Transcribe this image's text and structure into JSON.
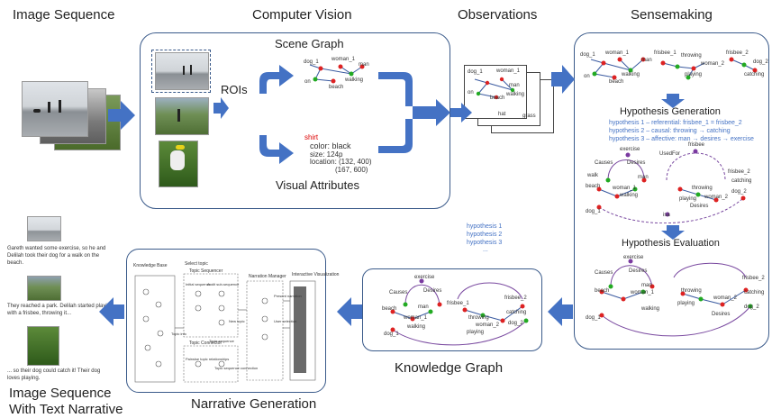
{
  "stages": {
    "image_sequence": "Image Sequence",
    "computer_vision": "Computer Vision",
    "observations": "Observations",
    "sensemaking": "Sensemaking",
    "knowledge_graph": "Knowledge Graph",
    "narrative_generation": "Narrative Generation",
    "image_sequence_narrative": [
      "Image Sequence",
      "With Text Narrative"
    ]
  },
  "computer_vision": {
    "scene_graph": "Scene Graph",
    "rois": "ROIs",
    "visual_attributes": "Visual Attributes",
    "attributes": {
      "object": "shirt",
      "color": "color: black",
      "size": "size: 124p",
      "location": "location: (132, 400)",
      "location2": "(167, 600)"
    },
    "graph_labels": [
      "dog_1",
      "woman_1",
      "man",
      "on",
      "beach",
      "walking"
    ]
  },
  "observations": {
    "labels": [
      "dog_1",
      "woman_1",
      "man",
      "on",
      "beach",
      "walking",
      "hat",
      "grass"
    ]
  },
  "sensemaking": {
    "top_labels": [
      "dog_1",
      "woman_1",
      "man",
      "frisbee_1",
      "throwing",
      "woman_2",
      "frisbee_2",
      "dog_2",
      "on",
      "beach",
      "walking",
      "playing",
      "catching"
    ],
    "hypothesis_generation": "Hypothesis Generation",
    "hypotheses": [
      "hypothesis 1 – referential: frisbee_1 = frisbee_2",
      "hypothesis 2 – causal: throwing → catching",
      "hypothesis 3 – affective: man → desires → exercise"
    ],
    "hypothesis_evaluation": "Hypothesis Evaluation",
    "graph_labels": [
      "exercise",
      "Causes",
      "Desires",
      "frisbee",
      "walk",
      "man",
      "beach",
      "woman_1",
      "walking",
      "UsedFor",
      "throwing",
      "woman_2",
      "playing",
      "catching",
      "dog_2",
      "dog_1",
      "Desires",
      "frisbee_2",
      "isa"
    ]
  },
  "knowledge_graph": {
    "hypothesis_list": [
      "hypothesis 1",
      "hypothesis 2",
      "hypothesis 3",
      "..."
    ],
    "graph_labels": [
      "exercise",
      "Causes",
      "Desires",
      "frisbee_1",
      "throwing",
      "woman_2",
      "catching",
      "frisbee_2",
      "dog_2",
      "man",
      "beach",
      "woman_1",
      "walking",
      "playing",
      "dog_1"
    ]
  },
  "narrative_generation": {
    "labels": [
      "Knowledge Base",
      "Select topic",
      "Topic Sequencer",
      "Initial sequence",
      "Audit sub-sequence",
      "Topic Connector",
      "Topic info",
      "Topic sequence",
      "Pairwise topic relationships",
      "Topic sequence connection",
      "Narration Manager",
      "New topic",
      "Interactive Visualization",
      "Present narration",
      "User selection"
    ]
  },
  "narrative": [
    "Gareth wanted some exercise, so he and Delilah took their dog for a walk on the beach.",
    "They reached a park. Delilah started playing with a frisbee, throwing it...",
    "... so their dog could catch it! Their dog loves playing."
  ]
}
